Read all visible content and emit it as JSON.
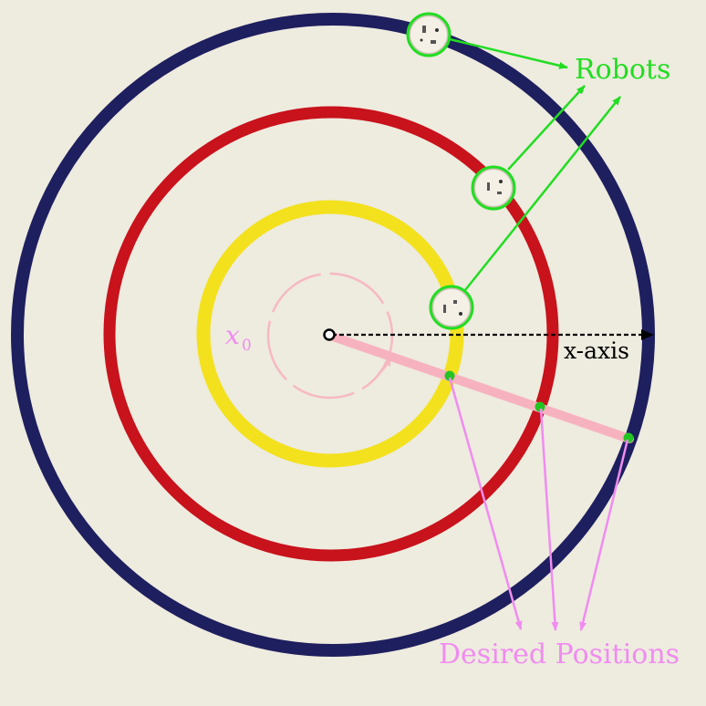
{
  "labels": {
    "robots": "Robots",
    "x_axis": "x-axis",
    "x0_symbol": "x",
    "x0_subscript": "0",
    "desired_positions": "Desired Positions"
  },
  "colors": {
    "background": "#eeebdf",
    "outer_ring": "#1e1f5e",
    "middle_ring": "#c8121c",
    "inner_ring": "#f3e11e",
    "robot_highlight": "#22dd22",
    "robots_label": "#22dd22",
    "desired_positions_label": "#f08cf0",
    "target_line": "#f7b2bf",
    "x0_label": "#f08cf0",
    "x0_arc": "#f6b9c2",
    "axis_arrow": "#000000"
  },
  "rings": [
    {
      "name": "outer",
      "color": "#1e1f5e"
    },
    {
      "name": "middle",
      "color": "#c8121c"
    },
    {
      "name": "inner",
      "color": "#f3e11e"
    }
  ],
  "robots": [
    {
      "ring": "outer"
    },
    {
      "ring": "middle"
    },
    {
      "ring": "inner"
    }
  ],
  "desired_positions": [
    {
      "ring": "inner"
    },
    {
      "ring": "middle"
    },
    {
      "ring": "outer"
    }
  ]
}
